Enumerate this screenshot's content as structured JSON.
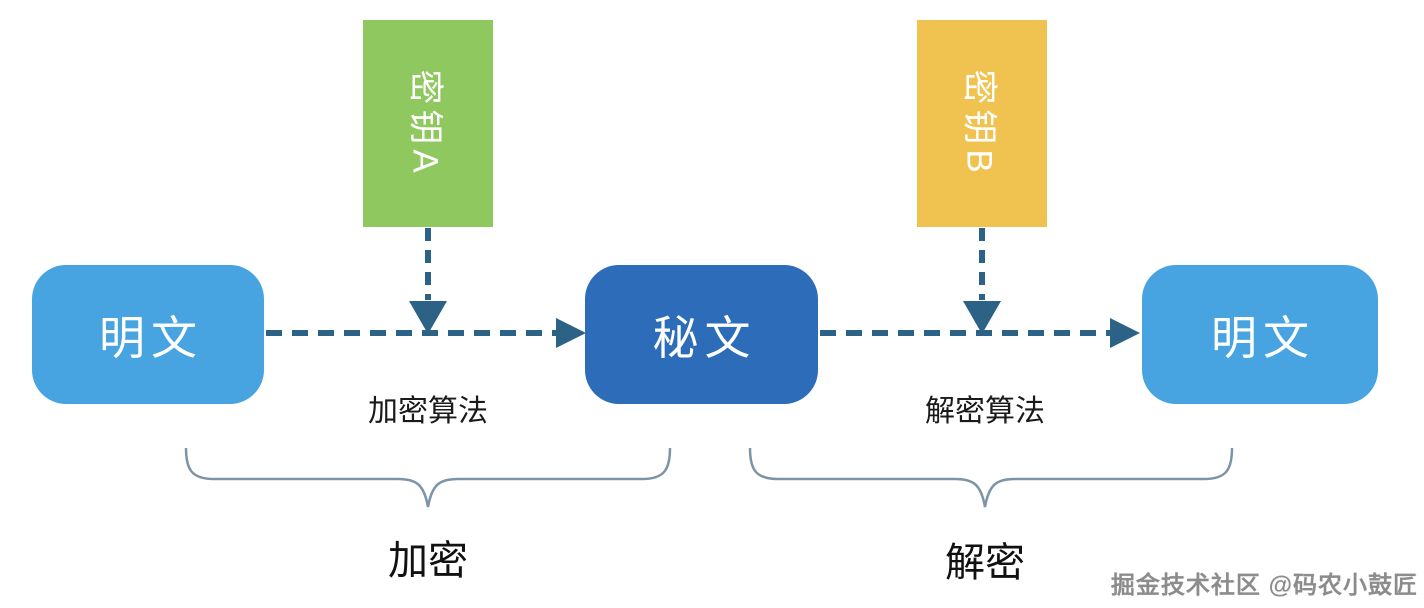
{
  "diagram": {
    "nodes": {
      "plaintext_left": {
        "label": "明文",
        "color": "#47a4e1"
      },
      "ciphertext": {
        "label": "秘文",
        "color": "#2c6cb8"
      },
      "plaintext_right": {
        "label": "明文",
        "color": "#47a4e1"
      }
    },
    "keys": {
      "key_a": {
        "label": "密钥A",
        "color": "#8ec85f"
      },
      "key_b": {
        "label": "密钥B",
        "color": "#f0c350"
      }
    },
    "labels": {
      "encrypt_algorithm": "加密算法",
      "decrypt_algorithm": "解密算法",
      "encrypt_phase": "加密",
      "decrypt_phase": "解密"
    },
    "colors": {
      "arrow": "#2c6286",
      "brace": "#7d94a6",
      "node_text": "#ffffff",
      "label_text": "#1a1a1a"
    },
    "watermark": "掘金技术社区 @码农小鼓匠"
  }
}
